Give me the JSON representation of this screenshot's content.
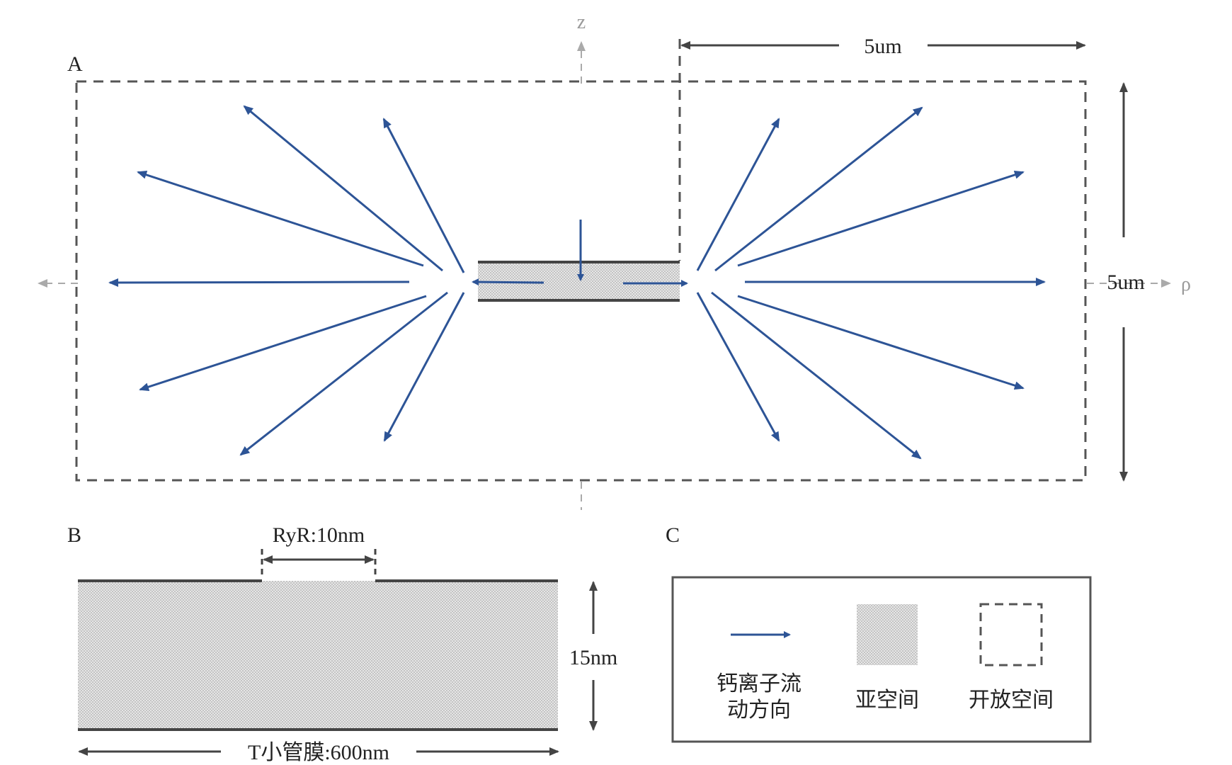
{
  "panel_a": {
    "label": "A",
    "axis_z": "z",
    "axis_rho": "ρ",
    "width_label": "5um",
    "height_label": "5um"
  },
  "panel_b": {
    "label": "B",
    "ryr_label": "RyR:10nm",
    "thickness_label": "15nm",
    "length_label": "T小管膜:600nm"
  },
  "panel_c": {
    "label": "C",
    "legend": [
      {
        "key": "flow",
        "line1": "钙离子流",
        "line2": "动方向",
        "icon": "arrow-icon"
      },
      {
        "key": "subspace",
        "line1": "亚空间",
        "icon": "stipple-square-icon"
      },
      {
        "key": "open",
        "line1": "开放空间",
        "icon": "dashed-square-icon"
      }
    ]
  },
  "colors": {
    "flow_arrow": "#2d5496",
    "membrane_fill": "#d4d4d4",
    "dim_line": "#444444",
    "axis": "#9a9a9a"
  }
}
